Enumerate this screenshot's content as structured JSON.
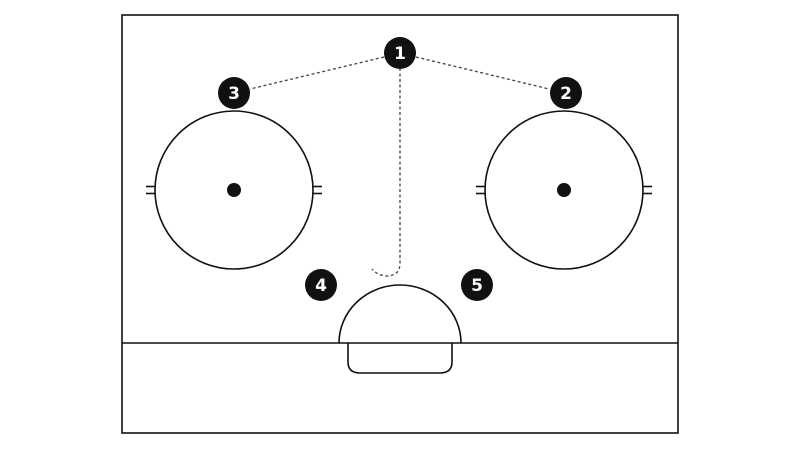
{
  "diagram": {
    "players": [
      {
        "id": "p1",
        "label": "1"
      },
      {
        "id": "p2",
        "label": "2"
      },
      {
        "id": "p3",
        "label": "3"
      },
      {
        "id": "p4",
        "label": "4"
      },
      {
        "id": "p5",
        "label": "5"
      }
    ]
  }
}
